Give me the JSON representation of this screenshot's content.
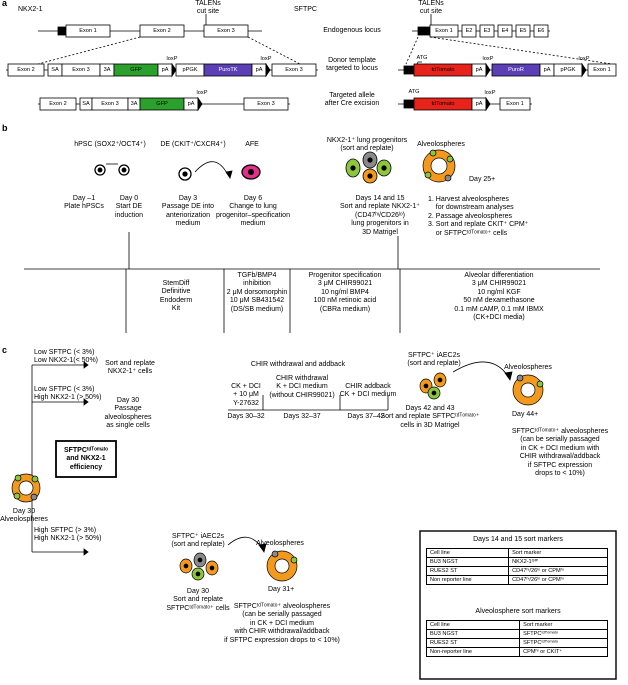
{
  "panels": {
    "a": "a",
    "b": "b",
    "c": "c"
  },
  "panel_a": {
    "nkx_title": "NKX2-1",
    "sftpc_title": "SFTPC",
    "talens": "TALENs\ncut site",
    "row_labels": [
      "Endogenous locus",
      "Donor template\ntargeted to locus",
      "Targeted allele\nafter Cre excision"
    ],
    "nkx_exon1": "Exon 1",
    "nkx_exon2": "Exon 2",
    "nkx_exon3": "Exon 3",
    "sa": "SA",
    "exon3": "Exon 3",
    "a3": "3A",
    "gfp": "GFP",
    "pa": "pA",
    "ppgk": "pPGK",
    "purotk": "PuroTK",
    "loxp": "loxP",
    "sf_exon1": "Exon 1",
    "e2": "E2",
    "e3": "E3",
    "e4": "E4",
    "e5": "E5",
    "e6": "E6",
    "atg": "ATG",
    "tdtomato": "tdTomato",
    "puror": "PuroR",
    "exon1": "Exon 1"
  },
  "panel_b": {
    "hpsc": "hPSC (SOX2⁺/OCT4⁺)",
    "de": "DE (CKIT⁺/CXCR4⁺)",
    "afe": "AFE",
    "prog": "NKX2-1⁺ lung progenitors\n(sort and replate)",
    "alveo": "Alveolospheres",
    "day_m1": "Day –1\nPlate hPSCs",
    "day0": "Day 0\nStart DE\ninduction",
    "day3": "Day 3\nPassage DE into\nanteriorization\nmedium",
    "day6": "Day 6\nChange to lung\nprogenitor–specification\nmedium",
    "day14": "Days 14 and 15\nSort and replate NKX2-1⁺\n(CD47ʰᶦ/CD26ˡᵒ)\nlung progenitors in\n3D Matrigel",
    "day25": "Day 25+",
    "steps": "1. Harvest alveolospheres\n    for downstream analyses\n2. Passage alveolospheres\n3. Sort and replate CKIT⁺ CPM⁺\n    or SFTPCᵗᵈᵀᵒᵐᵃᵗᵒ⁺ cells",
    "media": [
      "StemDiff\nDefinitive\nEndoderm\nKit",
      "TGFb/BMP4\ninhibition\n2 μM dorsomorphin\n10 μM SB431542\n(DS/SB medium)",
      "Progenitor specification\n3 μM CHIR99021\n10 ng/ml BMP4\n100 nM retinoic acid\n(CBRa medium)",
      "Alveolar differentiation\n3 μM CHIR99021\n10 ng/ml KGF\n50 nM dexamethasone\n0.1 mM cAMP, 0.1 mM IBMX\n(CK+DCI media)"
    ]
  },
  "panel_c": {
    "low1": "Low SFTPC (< 3%)\nLow NKX2-1(< 50%)",
    "low2": "Low SFTPC (< 3%)\nHigh NKX2-1 (> 50%)",
    "high": "High SFTPC (> 3%)\nHigh NKX2-1 (> 50%)",
    "sort1": "Sort and replate\nNKX2-1⁺ cells",
    "day30_passage": "Day 30\nPassage\nalveolospheres\nas single cells",
    "day30_alveo": "Day 30\nAlveolospheres",
    "eff_box": "SFTPCᵗᵈᵀᵒᵐᵃᵗᵒ\nand NKX2-1\nefficiency",
    "chir_title": "CHIR withdrawal and addback",
    "seg1": "CK + DCI\n+ 10 μM\nY-27632",
    "seg2": "CHIR withdrawal\nK + DCI medium\n(without CHIR99021)",
    "seg3": "CHIR addback\nCK + DCI medium",
    "d1": "Days 30–32",
    "d2": "Days 32–37",
    "d3": "Days 37–42",
    "iaec_top": "SFTPC⁺ iAEC2s\n(sort and replate)",
    "alveo_top": "Alveolospheres",
    "day42": "Days 42 and 43\nSort and replate SFTPCᵗᵈᵀᵒᵐᵃᵗᵒ⁺\ncells in 3D Matrigel",
    "day44": "Day 44+",
    "day44_text": "SFTPCᵗᵈᵀᵒᵐᵃᵗᵒ⁺ alveolospheres\n(can be serially passaged\nin CK + DCI medium with\nCHIR withdrawal/addback\nif SFTPC expression\ndrops to < 10%)",
    "iaec_bot": "SFTPC⁺ iAEC2s\n(sort and replate)",
    "alveo_bot": "Alveolospheres",
    "day30_sort": "Day 30\nSort and replate\nSFTPCᵗᵈᵀᵒᵐᵃᵗᵒ⁺ cells",
    "day31": "Day 31+",
    "day31_text": "SFTPCᵗᵈᵀᵒᵐᵃᵗᵒ⁺ alveolospheres\n(can be serially passaged\nin CK + DCI medium\nwith CHIR withdrawal/addback\nif SFTPC expression drops to < 10%)",
    "table1_title": "Days 14 and 15 sort markers",
    "table1_header": [
      "Cell line",
      "Sort marker"
    ],
    "table1_rows": [
      [
        "BU3 NGST",
        "NKX2-1ᴳᶠᴾ"
      ],
      [
        "RUES2 ST",
        "CD47ʰᶦ/26ˡᵒ or CPMʰᶦ"
      ],
      [
        "Non reporter line",
        "CD47ʰᶦ/26ˡᵒ or CPMʰᶦ"
      ]
    ],
    "table2_title": "Alveolosphere sort markers",
    "table2_header": [
      "Cell line",
      "Sort marker"
    ],
    "table2_rows": [
      [
        "BU3 NGST",
        "SFTPCᵗᵈᵀᵒᵐᵃᵗᵒ"
      ],
      [
        "RUES2 ST",
        "SFTPCᵗᵈᵀᵒᵐᵃᵗᵒ"
      ],
      [
        "Non-reporter line",
        "CPMʰᶦ or CKIT⁺"
      ]
    ]
  },
  "colors": {
    "gfp": "#2ca02c",
    "purotk": "#5a3fb5",
    "tdtomato": "#e8231c",
    "afe": "#e0308a",
    "prog_green": "#8cc63e",
    "alveo_orange": "#f39a1e",
    "grey_cell": "#8a8a8a"
  }
}
